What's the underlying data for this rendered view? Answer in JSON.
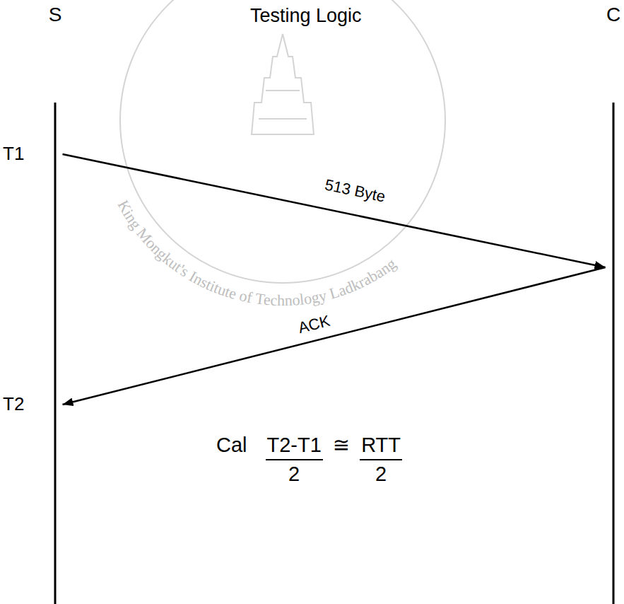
{
  "diagram": {
    "title": "Testing Logic",
    "nodes": [
      {
        "text": [
          "S"
        ]
      },
      {
        "text": [
          "C"
        ]
      }
    ],
    "edges": [
      {
        "from": 0,
        "to": 1,
        "arrow": "to",
        "label": "513 Byte"
      },
      {
        "from": 1,
        "to": 0,
        "arrow": "to",
        "label": "ACK"
      }
    ],
    "labels": [
      "T1",
      "T2",
      "Cal",
      "T2-T1",
      "2",
      "≅",
      "RTT",
      "2",
      "King Mongkut's Institute of Technology Ladkrabang"
    ]
  }
}
